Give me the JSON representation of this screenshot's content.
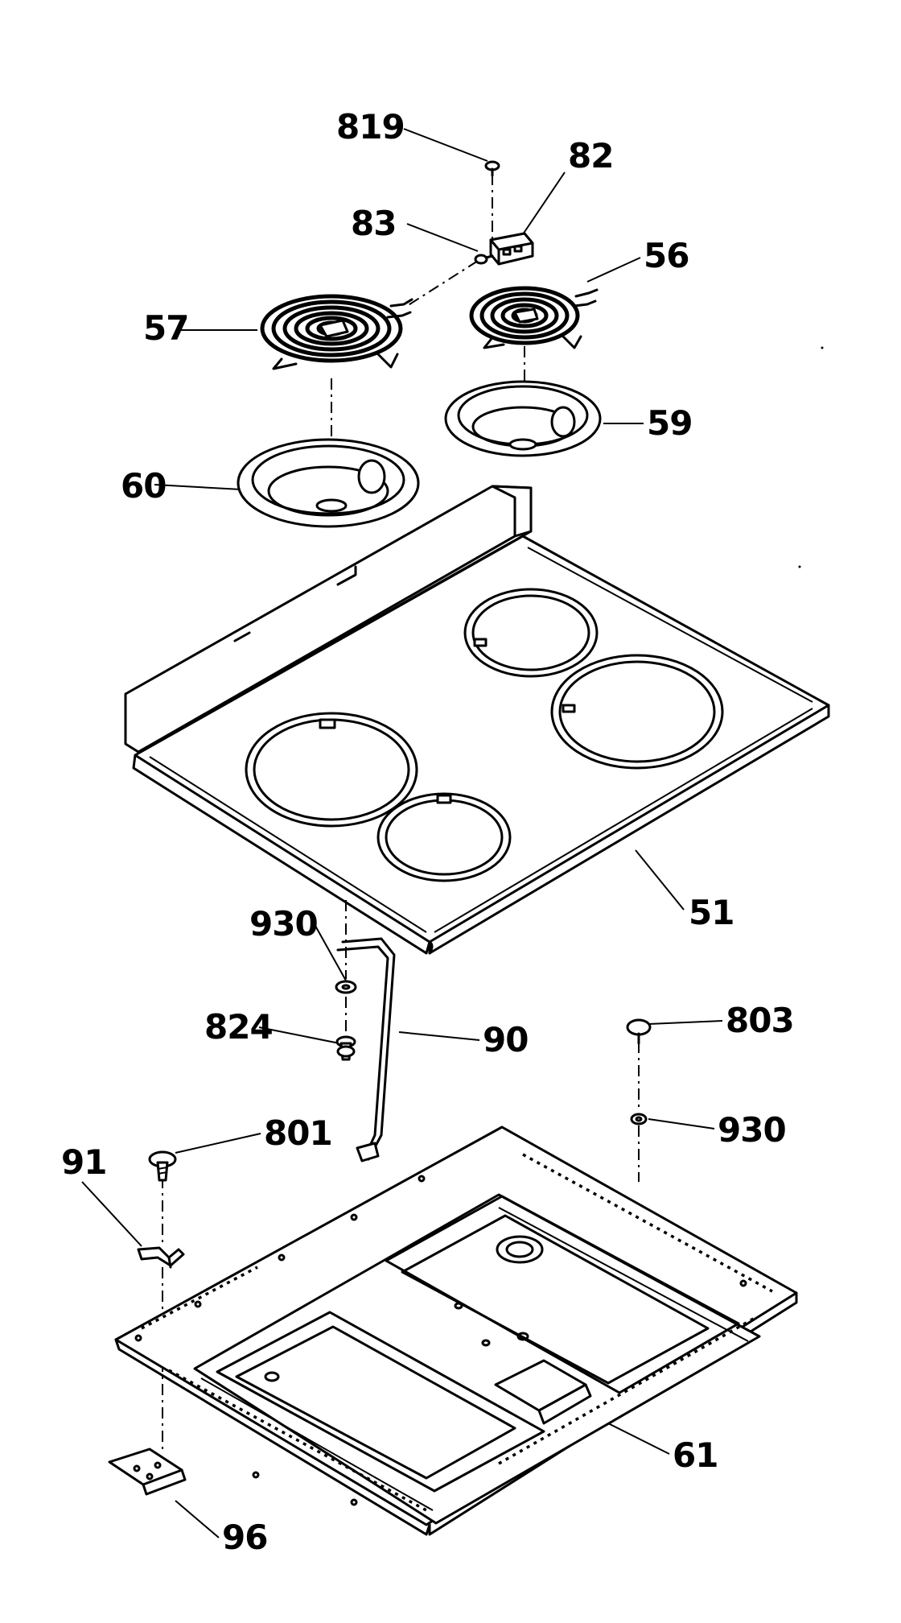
{
  "diagram": {
    "part_labels": {
      "p819": "819",
      "p82": "82",
      "p83": "83",
      "p56": "56",
      "p57": "57",
      "p59": "59",
      "p60": "60",
      "p51": "51",
      "p930a": "930",
      "p824": "824",
      "p90": "90",
      "p803": "803",
      "p930b": "930",
      "p91": "91",
      "p801": "801",
      "p61": "61",
      "p96": "96"
    }
  }
}
